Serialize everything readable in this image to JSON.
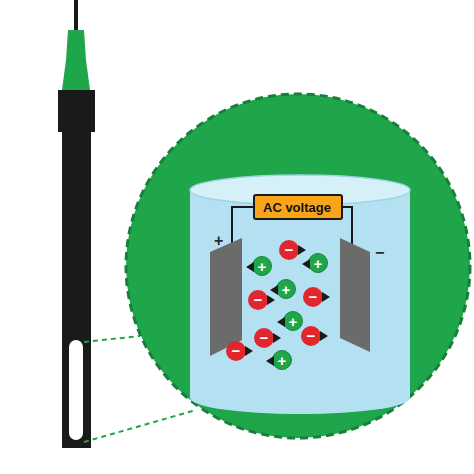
{
  "diagram": {
    "nodes": [
      {
        "text": [
          "AC voltage"
        ]
      },
      {
        "text": [
          "−"
        ]
      },
      {
        "text": [
          "+"
        ]
      },
      {
        "text": [
          "+"
        ]
      },
      {
        "text": [
          "+"
        ]
      },
      {
        "text": [
          "−"
        ]
      },
      {
        "text": [
          "−"
        ]
      },
      {
        "text": [
          "+"
        ]
      },
      {
        "text": [
          "−"
        ]
      },
      {
        "text": [
          "−"
        ]
      },
      {
        "text": [
          "−"
        ]
      },
      {
        "text": [
          "+"
        ]
      }
    ],
    "labels": [
      "+",
      "−"
    ]
  }
}
